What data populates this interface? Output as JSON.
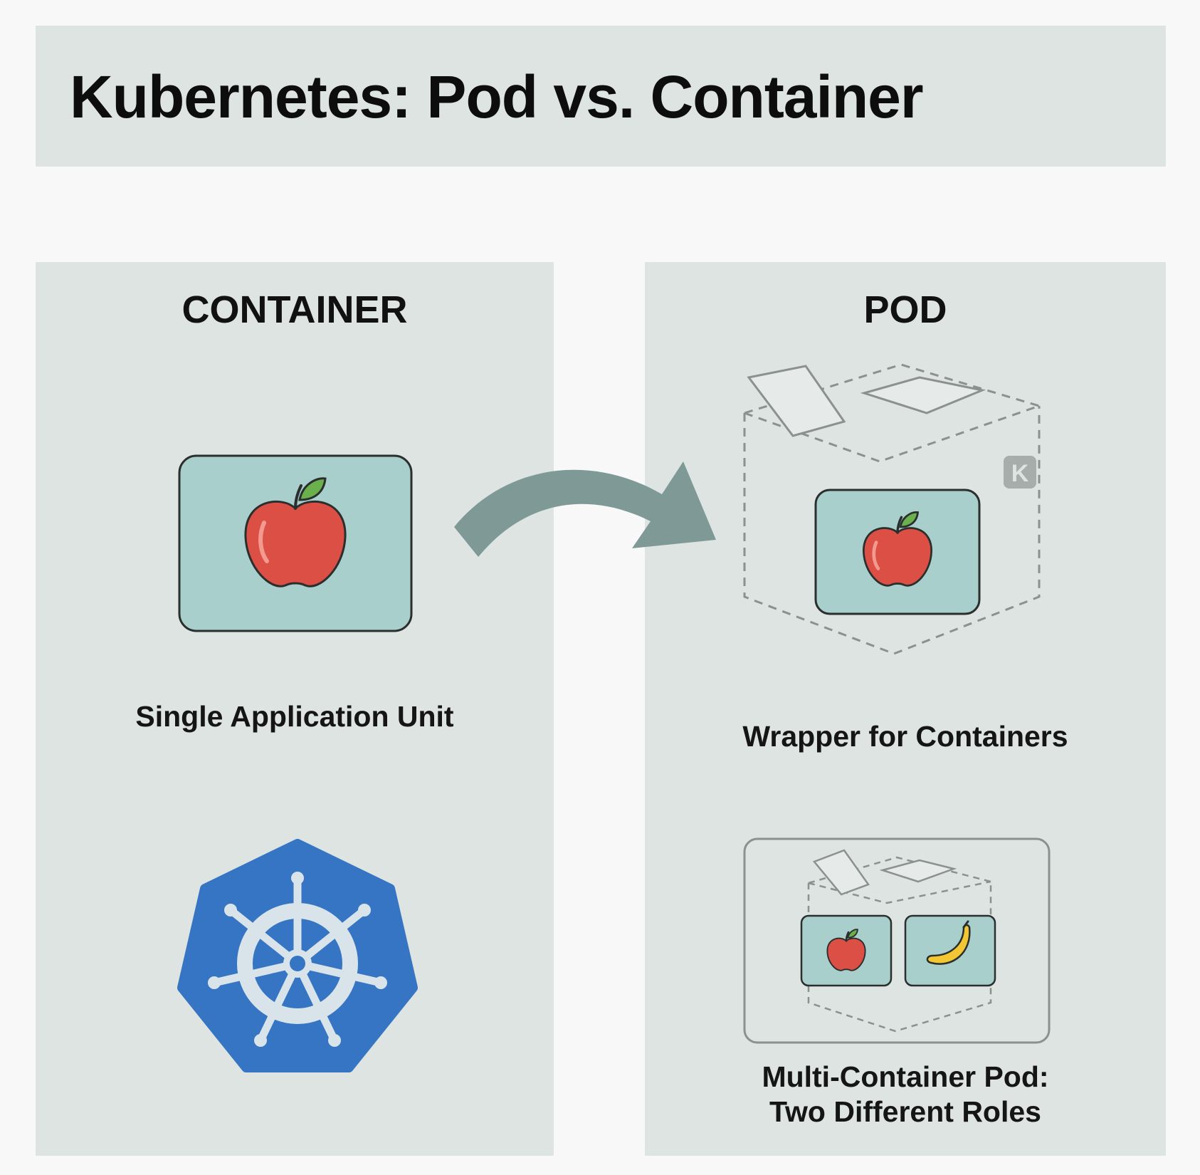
{
  "title": "Kubernetes: Pod vs. Container",
  "left_panel": {
    "heading": "CONTAINER",
    "caption": "Single Application Unit"
  },
  "right_panel": {
    "heading": "POD",
    "badge_letter": "K",
    "caption": "Wrapper for Containers",
    "multi_caption_line1": "Multi-Container Pod:",
    "multi_caption_line2": "Two Different Roles"
  },
  "icons": [
    "apple-icon",
    "kubernetes-helm-icon",
    "arrow-icon",
    "pod-box-icon",
    "banana-icon"
  ],
  "colors": {
    "panel_bg": "#dde4e1",
    "container_fill": "#a9cfcc",
    "arrow": "#7f9a96",
    "kubernetes_blue": "#3575c3",
    "apple_red": "#db4f45",
    "leaf_green": "#6ab04c",
    "banana_yellow": "#f2c733"
  }
}
